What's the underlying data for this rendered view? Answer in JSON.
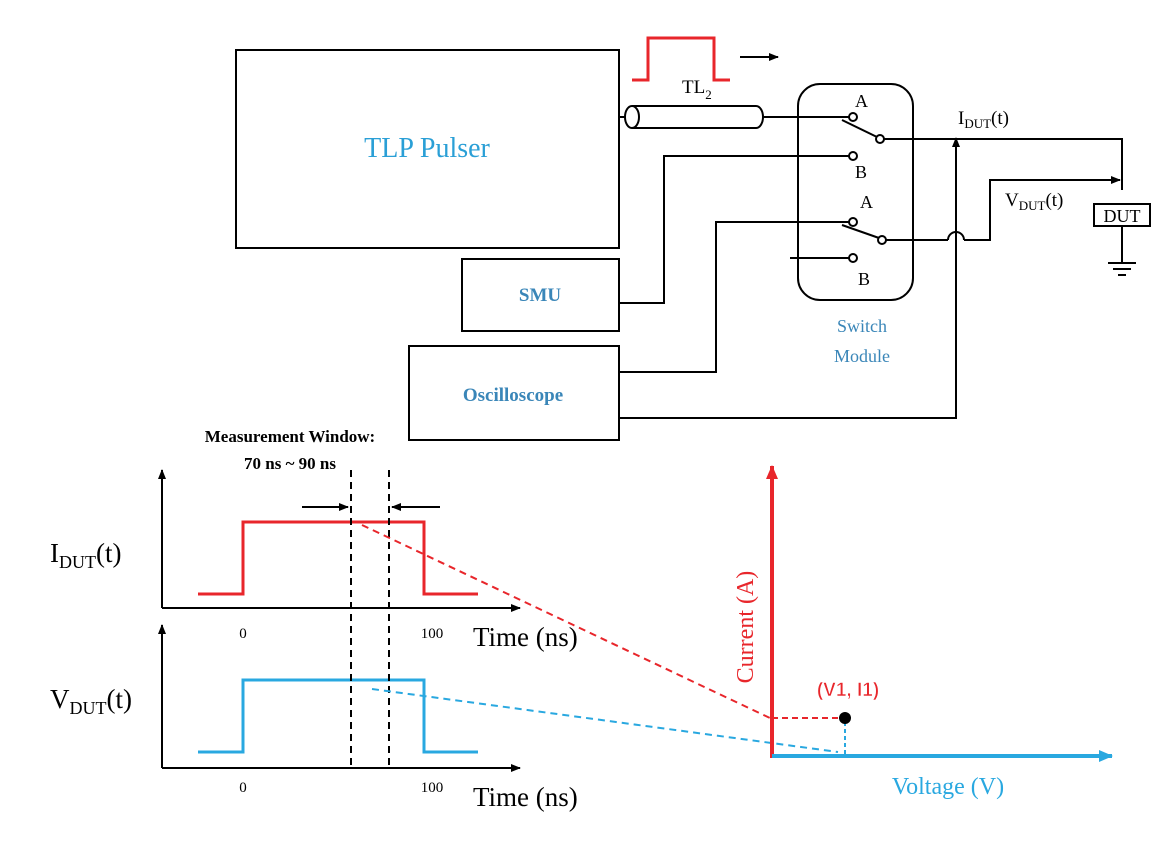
{
  "colors": {
    "ink": "#000000",
    "pulse_red": "#e8262b",
    "pulse_blue": "#29a8e0",
    "label_blue": "#2a9fd6",
    "module_blue": "#3a86b8"
  },
  "blocks": {
    "pulser": "TLP Pulser",
    "smu": "SMU",
    "oscilloscope": "Oscilloscope",
    "switch_module_line1": "Switch",
    "switch_module_line2": "Module",
    "dut": "DUT"
  },
  "transmission_line": {
    "main": "TL",
    "sub": "2"
  },
  "switch_ports": {
    "a": "A",
    "b": "B"
  },
  "signals": {
    "current": {
      "main": "I",
      "sub": "DUT",
      "suffix": "(t)"
    },
    "voltage": {
      "main": "V",
      "sub": "DUT",
      "suffix": "(t)"
    }
  },
  "measurement_window": {
    "label": "Measurement Window:",
    "range": "70 ns ~ 90 ns"
  },
  "waveforms": {
    "x_axis_label": "Time (ns)",
    "tick_start": "0",
    "tick_end": "100"
  },
  "iv_plot": {
    "y_axis_label": "Current (A)",
    "x_axis_label": "Voltage (V)",
    "point_label": "(V1, I1)"
  }
}
